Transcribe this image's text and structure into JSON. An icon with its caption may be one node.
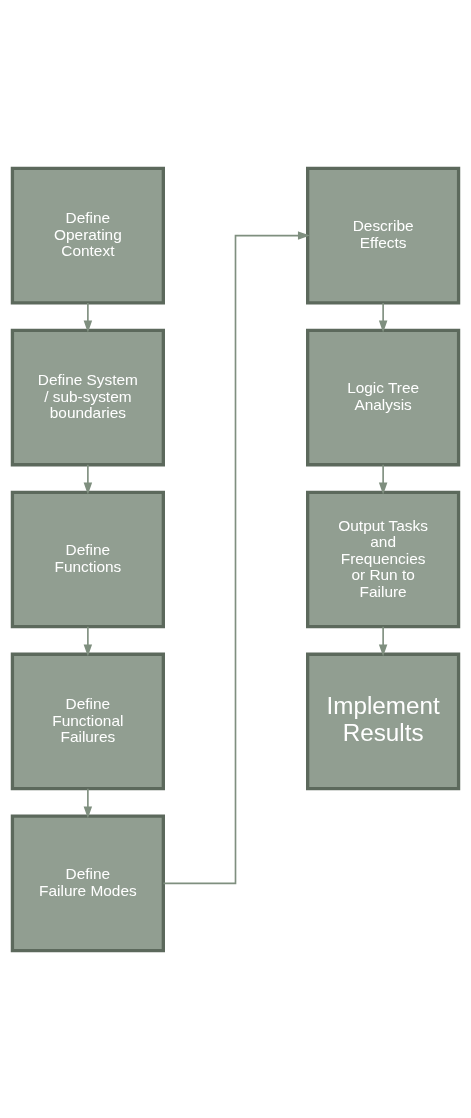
{
  "diagram": {
    "nodes": [
      {
        "text": [
          "Define Operating Context"
        ]
      },
      {
        "text": [
          "Define System / sub-system boundaries"
        ]
      },
      {
        "text": [
          "Define Functions"
        ]
      },
      {
        "text": [
          "Define Functional Failures"
        ]
      },
      {
        "text": [
          "Define Failure Modes"
        ]
      },
      {
        "text": [
          "Describe Effects"
        ]
      },
      {
        "text": [
          "Logic Tree Analysis"
        ]
      },
      {
        "text": [
          "Output Tasks and Frequencies or Run to Failure"
        ]
      },
      {
        "text": [
          "Implement Results"
        ]
      }
    ],
    "edges": [
      {
        "from": 0,
        "to": 1,
        "arrow": "to"
      },
      {
        "from": 1,
        "to": 2,
        "arrow": "to"
      },
      {
        "from": 2,
        "to": 3,
        "arrow": "to"
      },
      {
        "from": 3,
        "to": 4,
        "arrow": "to"
      },
      {
        "from": 4,
        "to": 5,
        "arrow": "to"
      },
      {
        "from": 5,
        "to": 6,
        "arrow": "to"
      },
      {
        "from": 6,
        "to": 7,
        "arrow": "to"
      },
      {
        "from": 7,
        "to": 8,
        "arrow": "to"
      }
    ]
  }
}
